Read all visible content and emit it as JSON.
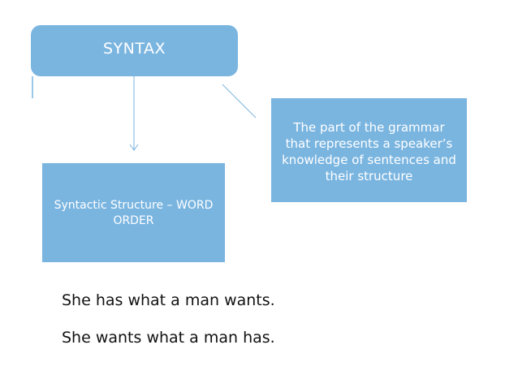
{
  "diagram": {
    "root": {
      "label": "SYNTAX"
    },
    "children": [
      {
        "id": "structure",
        "label": "Syntactic Structure – WORD ORDER"
      },
      {
        "id": "definition",
        "label": "The part of the grammar that represents a speaker’s knowledge of sentences and their structure"
      }
    ]
  },
  "examples": [
    "She has what a man wants.",
    "She wants what a man has."
  ],
  "colors": {
    "box_fill": "#7ab5e0",
    "box_text": "#ffffff",
    "connector": "#7ab5e0",
    "sentence_text": "#111111"
  }
}
